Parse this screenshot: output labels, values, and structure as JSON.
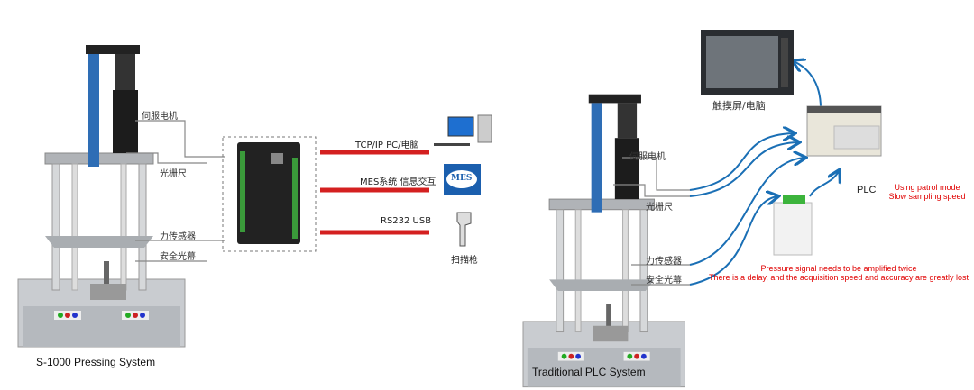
{
  "colors": {
    "link_red": "#d42020",
    "arrow_blue": "#1a6fb5",
    "note_red": "#e00000",
    "column_blue": "#2e6db5"
  },
  "left": {
    "caption": "S-1000 Pressing System",
    "labels": {
      "servo": "伺服电机",
      "grating": "光栅尺",
      "force": "力传感器",
      "curtain": "安全光幕"
    },
    "links": [
      {
        "label": "TCP/IP   PC/电脑",
        "device": "pc-icon"
      },
      {
        "label": "MES系统 信息交互",
        "device": "mes-icon"
      },
      {
        "label": "RS232  USB",
        "device": "scanner-icon"
      }
    ],
    "mes_logo": "MES",
    "scanner_label": "扫描枪"
  },
  "right": {
    "caption": "Traditional PLC System",
    "labels": {
      "servo": "伺服电机",
      "grating": "光栅尺",
      "force": "力传感器",
      "curtain": "安全光幕"
    },
    "screen_label": "触摸屏/电脑",
    "plc_label": "PLC",
    "plc_note": [
      "Using patrol mode",
      "Slow sampling speed"
    ],
    "amp_note": [
      "Pressure signal needs to be amplified twice",
      "There is a delay, and the acquisition speed and accuracy are greatly lost"
    ]
  }
}
